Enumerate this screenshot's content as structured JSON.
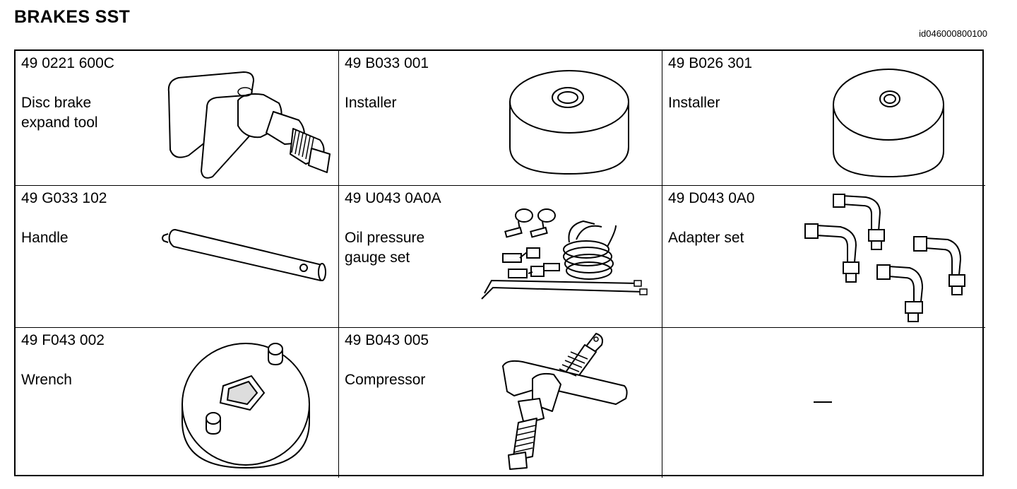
{
  "header": {
    "title": "BRAKES SST",
    "doc_id": "id046000800100"
  },
  "tools": [
    {
      "code": "49 0221 600C",
      "name": "Disc brake\nexpand tool",
      "icon": "disc-brake-expand-tool-icon"
    },
    {
      "code": "49 B033 001",
      "name": "Installer",
      "icon": "installer-icon"
    },
    {
      "code": "49 B026 301",
      "name": "Installer",
      "icon": "installer-icon"
    },
    {
      "code": "49 G033 102",
      "name": "Handle",
      "icon": "handle-icon"
    },
    {
      "code": "49 U043 0A0A",
      "name": "Oil pressure\ngauge set",
      "icon": "oil-pressure-gauge-set-icon"
    },
    {
      "code": "49 D043 0A0",
      "name": "Adapter set",
      "icon": "adapter-set-icon"
    },
    {
      "code": "49 F043 002",
      "name": "Wrench",
      "icon": "wrench-icon"
    },
    {
      "code": "49 B043 005",
      "name": "Compressor",
      "icon": "compressor-icon"
    },
    {
      "code": "",
      "name": "",
      "placeholder": "—"
    }
  ]
}
